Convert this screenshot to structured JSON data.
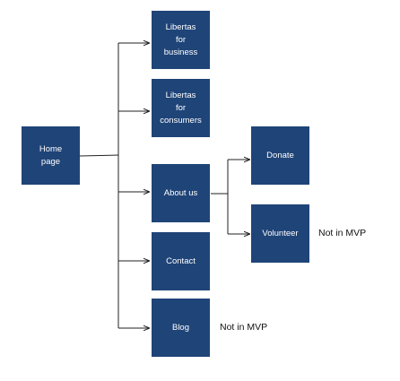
{
  "colors": {
    "node_fill": "#1f4478",
    "node_text": "#ffffff",
    "connector": "#222222"
  },
  "nodes": {
    "home": {
      "lines": [
        "Home",
        "page"
      ]
    },
    "business": {
      "lines": [
        "Libertas",
        "for",
        "business"
      ]
    },
    "consumers": {
      "lines": [
        "Libertas",
        "for",
        "consumers"
      ]
    },
    "about": {
      "lines": [
        "About us"
      ]
    },
    "contact": {
      "lines": [
        "Contact"
      ]
    },
    "blog": {
      "lines": [
        "Blog"
      ]
    },
    "donate": {
      "lines": [
        "Donate"
      ]
    },
    "volunteer": {
      "lines": [
        "Volunteer"
      ]
    }
  },
  "notes": {
    "volunteer": "Not in MVP",
    "blog": "Not in MVP"
  }
}
